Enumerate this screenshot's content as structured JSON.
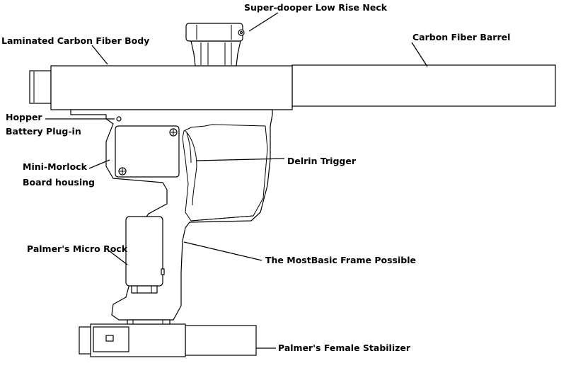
{
  "labels": {
    "neck": "Super-dooper Low Rise Neck",
    "body": "Laminated Carbon Fiber Body",
    "barrel": "Carbon Fiber Barrel",
    "hopper_line1": "Hopper",
    "hopper_line2": "Battery Plug-in",
    "trigger": "Delrin Trigger",
    "board_line1": "Mini-Morlock",
    "board_line2": "Board housing",
    "rock": "Palmer's Micro Rock",
    "frame": "The MostBasic Frame Possible",
    "stabilizer": "Palmer's Female Stabilizer"
  },
  "colors": {
    "line": "#000000",
    "background": "#ffffff"
  }
}
